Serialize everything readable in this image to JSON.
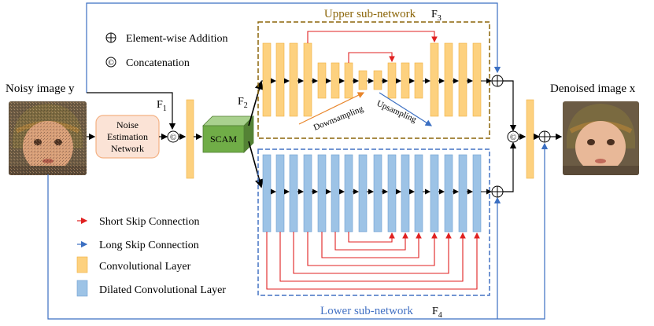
{
  "labels": {
    "noisy_image": "Noisy image y",
    "denoised_image": "Denoised image x",
    "noise_module_line1": "Noise",
    "noise_module_line2": "Estimation",
    "noise_module_line3": "Network",
    "scam": "SCAM",
    "upper_title": "Upper sub-network",
    "lower_title": "Lower sub-network",
    "downsampling": "Downsampling",
    "upsampling": "Upsampling",
    "f1": "F",
    "f1_sub": "1",
    "f2": "F",
    "f2_sub": "2",
    "f3": "F",
    "f3_sub": "3",
    "f4": "F",
    "f4_sub": "4"
  },
  "legend_top": [
    {
      "symbol": "⊕",
      "label": "Element-wise Addition"
    },
    {
      "symbol": "©",
      "label": "Concatenation"
    }
  ],
  "legend_bottom": [
    {
      "kind": "red-arrow",
      "label": "Short Skip Connection"
    },
    {
      "kind": "blue-arrow",
      "label": "Long Skip Connection"
    },
    {
      "kind": "conv-layer",
      "label": "Convolutional Layer"
    },
    {
      "kind": "dilated-layer",
      "label": "Dilated Convolutional Layer"
    }
  ],
  "symbols": {
    "concat": "©",
    "add": "⊕"
  },
  "colors": {
    "conv_fill": "#FDD17F",
    "dilated_fill": "#9DC3E6",
    "upper_border": "#8B6508",
    "lower_border": "#4472C4",
    "short_skip": "#E02020",
    "long_skip": "#3B6FC2",
    "noise_box_fill": "#FBE3D6",
    "noise_box_border": "#F4B183",
    "scam_fill": "#70AD47",
    "upper_title": "#8B6508",
    "lower_title": "#4472C4"
  }
}
